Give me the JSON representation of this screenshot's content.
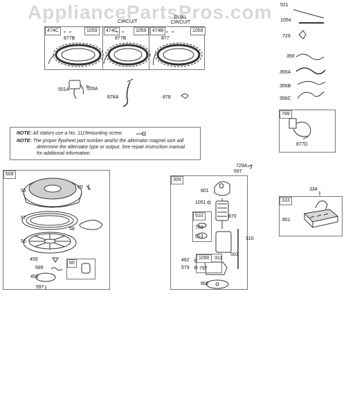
{
  "watermark": "AppliancePartsPros.com",
  "stator_panels": [
    {
      "title": "",
      "part_left": "474C",
      "part_right": "1059",
      "part_ring": "877B"
    },
    {
      "title": "CIRCUIT",
      "part_left": "474C",
      "part_right": "1059",
      "part_ring": "877B"
    },
    {
      "title": "DUAL CIRCUIT",
      "part_left": "474B",
      "part_right": "1059",
      "part_ring": "877"
    }
  ],
  "loose_parts": {
    "p501a": "501A",
    "p526a": "526A",
    "p878a": "878A",
    "p878": "878"
  },
  "right_column": {
    "p521": "521",
    "p1054": "1054",
    "p729": "729",
    "p356": "356",
    "p356a": "356A",
    "p356b": "356B",
    "p356c": "356C",
    "box789": "789",
    "p877d": "877D"
  },
  "notes": {
    "note1_label": "NOTE:",
    "note1_text": "All stators use a No. 1119mounting screw.",
    "note2_label": "NOTE:",
    "note2_text_1": "The proper flywheel part number and/or the alternator magnet size will",
    "note2_text_2": "determine the alternator type or output. See repair instruction manual",
    "note2_text_3": "for additional information."
  },
  "starter_box_608": {
    "id": "608",
    "labels": {
      "p55": "55",
      "p65": "65",
      "p57": "57",
      "p58": "58",
      "p56": "56",
      "p459": "459",
      "p60": "60",
      "p689": "689",
      "p456": "456",
      "p597": "597"
    }
  },
  "motor_box_309": {
    "id": "309",
    "outside": {
      "p729a": "729A",
      "p697": "697"
    },
    "labels": {
      "p801": "801",
      "p1051": "1051",
      "p510": "510",
      "p783": "783",
      "p513": "513",
      "p870": "870",
      "p310": "310",
      "p503": "503",
      "p1090": "1090",
      "p311": "311",
      "p462": "462",
      "p579": "579",
      "p797": "797",
      "p802": "802"
    }
  },
  "box_333": {
    "id": "333",
    "p334": "334",
    "p851": "851"
  }
}
